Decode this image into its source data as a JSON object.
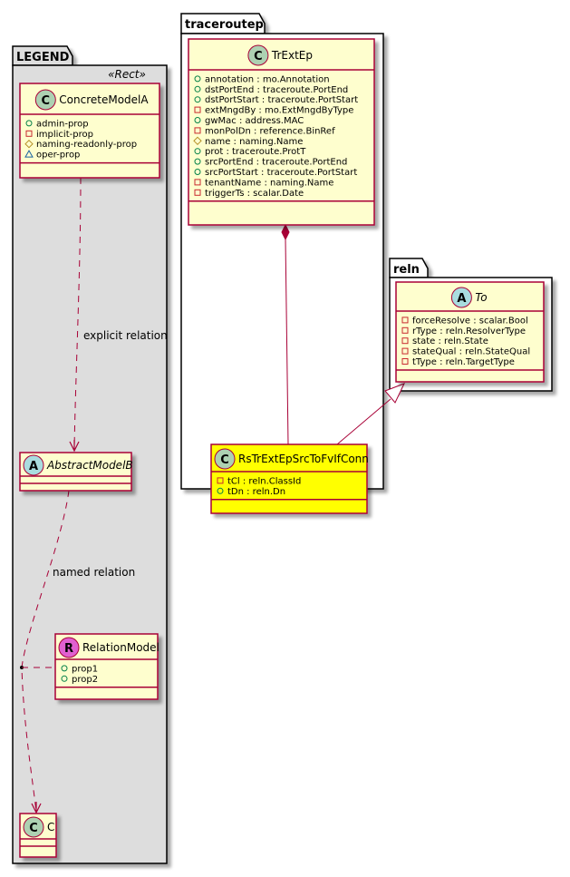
{
  "colors": {
    "class_fill": "#FEFECE",
    "class_border": "#A80036",
    "highlight_fill": "#FFFF00",
    "legend_fill": "#DDDDDD",
    "edge": "#A80036",
    "spot_class": "#ADD1B2",
    "spot_abstract": "#A9DCDF",
    "spot_relation": "#E060D0",
    "vis_public": "#038048",
    "vis_private": "#C82930",
    "vis_protected": "#B38D22",
    "vis_package": "#1963A0"
  },
  "packages": {
    "legend": {
      "name": "LEGEND",
      "stereotype": "«Rect»"
    },
    "traceroutep": {
      "name": "traceroutep"
    },
    "reln": {
      "name": "reln"
    }
  },
  "classes": {
    "concrete_model_a": {
      "name": "ConcreteModelA",
      "spot": "C",
      "kind": "class",
      "attributes": [
        {
          "vis": "public",
          "text": "admin-prop"
        },
        {
          "vis": "private",
          "text": "implicit-prop"
        },
        {
          "vis": "protected",
          "text": "naming-readonly-prop"
        },
        {
          "vis": "package",
          "text": "oper-prop"
        }
      ]
    },
    "abstract_model_b": {
      "name": "AbstractModelB",
      "spot": "A",
      "kind": "abstract",
      "attributes": []
    },
    "relation_model": {
      "name": "RelationModel",
      "spot": "R",
      "kind": "relation",
      "attributes": [
        {
          "vis": "public",
          "text": "prop1"
        },
        {
          "vis": "public",
          "text": "prop2"
        }
      ]
    },
    "c": {
      "name": "C",
      "spot": "C",
      "kind": "class",
      "attributes": []
    },
    "tr_ext_ep": {
      "name": "TrExtEp",
      "spot": "C",
      "kind": "class",
      "attributes": [
        {
          "vis": "public",
          "text": "annotation : mo.Annotation"
        },
        {
          "vis": "public",
          "text": "dstPortEnd : traceroute.PortEnd"
        },
        {
          "vis": "public",
          "text": "dstPortStart : traceroute.PortStart"
        },
        {
          "vis": "private",
          "text": "extMngdBy : mo.ExtMngdByType"
        },
        {
          "vis": "public",
          "text": "gwMac : address.MAC"
        },
        {
          "vis": "private",
          "text": "monPolDn : reference.BinRef"
        },
        {
          "vis": "protected",
          "text": "name : naming.Name"
        },
        {
          "vis": "public",
          "text": "prot : traceroute.ProtT"
        },
        {
          "vis": "public",
          "text": "srcPortEnd : traceroute.PortEnd"
        },
        {
          "vis": "public",
          "text": "srcPortStart : traceroute.PortStart"
        },
        {
          "vis": "private",
          "text": "tenantName : naming.Name"
        },
        {
          "vis": "private",
          "text": "triggerTs : scalar.Date"
        }
      ]
    },
    "rs_tr_ext_ep": {
      "name": "RsTrExtEpSrcToFvIfConn",
      "spot": "C",
      "kind": "class",
      "highlight": true,
      "attributes": [
        {
          "vis": "private",
          "text": "tCl : reln.ClassId"
        },
        {
          "vis": "public",
          "text": "tDn : reln.Dn"
        }
      ]
    },
    "to": {
      "name": "To",
      "spot": "A",
      "kind": "abstract",
      "attributes": [
        {
          "vis": "private",
          "text": "forceResolve : scalar.Bool"
        },
        {
          "vis": "private",
          "text": "rType : reln.ResolverType"
        },
        {
          "vis": "private",
          "text": "state : reln.State"
        },
        {
          "vis": "private",
          "text": "stateQual : reln.StateQual"
        },
        {
          "vis": "private",
          "text": "tType : reln.TargetType"
        }
      ]
    }
  },
  "edges": {
    "explicit": {
      "label": "explicit relation",
      "type": "dependency"
    },
    "named": {
      "label": "named relation",
      "type": "association-class"
    },
    "composition": {
      "type": "composition"
    },
    "inheritance": {
      "type": "generalization"
    }
  }
}
